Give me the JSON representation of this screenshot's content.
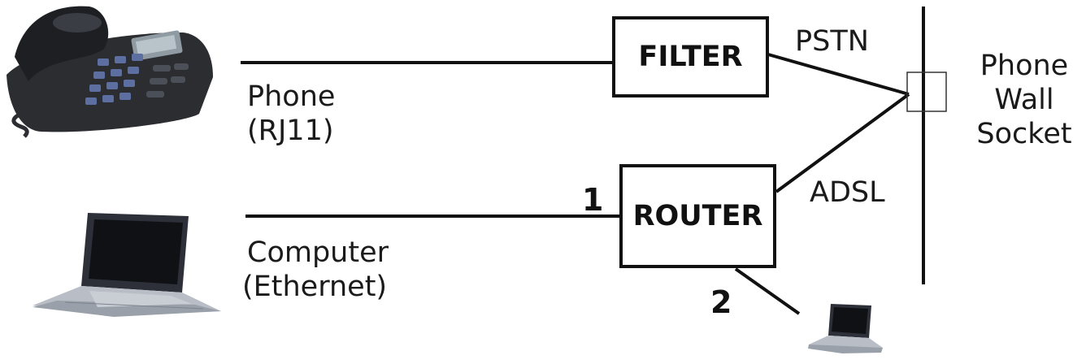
{
  "devices": {
    "phone": {
      "label_line1": "Phone",
      "label_line2": "(RJ11)",
      "icon": "desk-phone-icon"
    },
    "computer": {
      "label_line1": "Computer",
      "label_line2": "(Ethernet)",
      "icon": "laptop-icon"
    },
    "second_computer": {
      "icon": "small-laptop-icon"
    }
  },
  "boxes": {
    "filter": "FILTER",
    "router": "ROUTER"
  },
  "links": {
    "pstn": "PSTN",
    "adsl": "ADSL"
  },
  "ports": {
    "port1": "1",
    "port2": "2"
  },
  "wall_socket": {
    "line1": "Phone",
    "line2": "Wall",
    "line3": "Socket"
  },
  "colors": {
    "line": "#111111",
    "device_dark": "#2b2d31",
    "screen": "#0f1115",
    "laptop_silver": "#b9bec6"
  }
}
